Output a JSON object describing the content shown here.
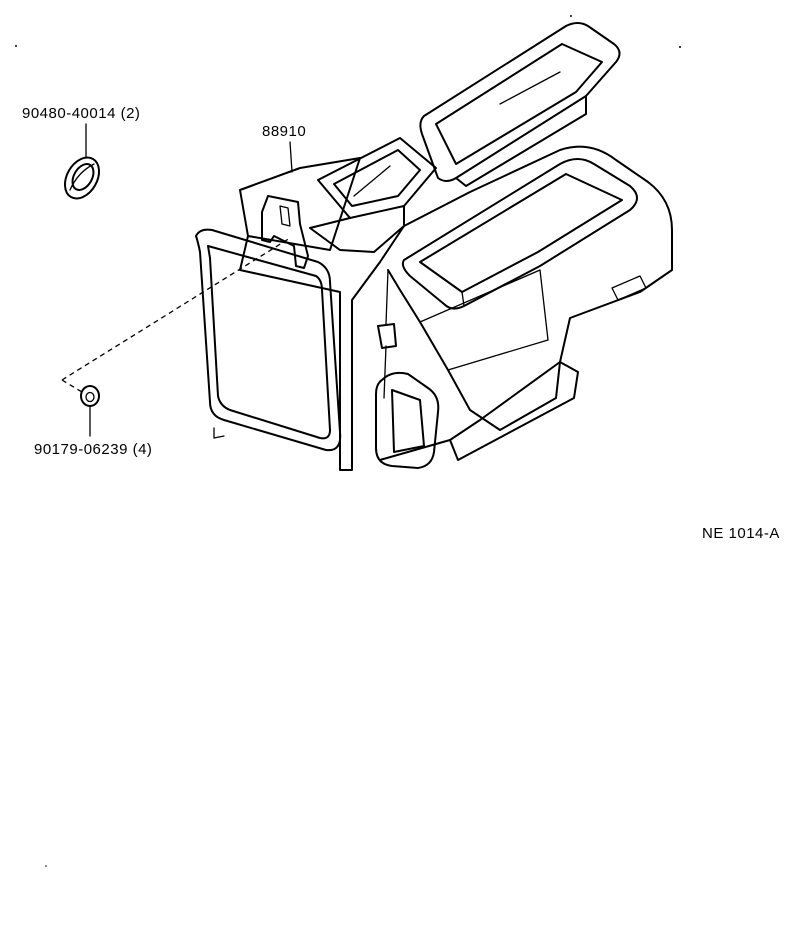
{
  "parts": {
    "grommet": {
      "number": "90480-40014",
      "qty": "(2)"
    },
    "heater_unit": {
      "number": "88910"
    },
    "nut": {
      "number": "90179-06239",
      "qty": "(4)"
    }
  },
  "figure_code": "NE 1014-A"
}
